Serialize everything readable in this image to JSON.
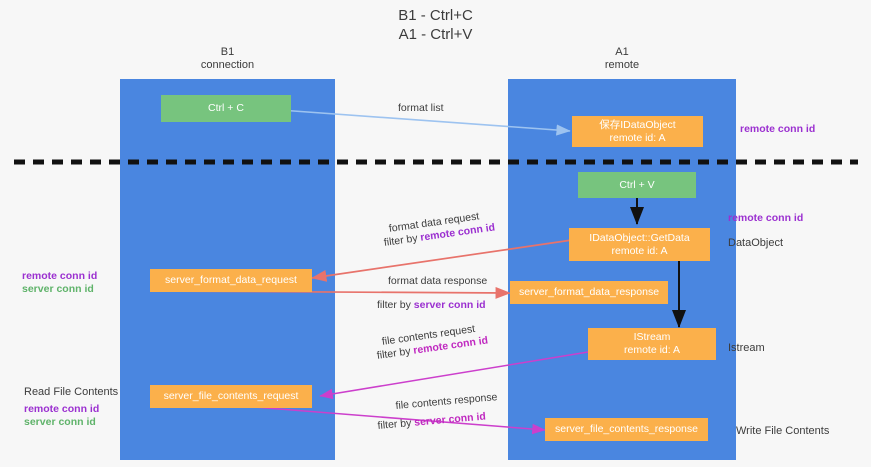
{
  "title_lines": [
    "B1 - Ctrl+C",
    "A1 - Ctrl+V"
  ],
  "columns": [
    {
      "name": "B1",
      "sub": "connection"
    },
    {
      "name": "A1",
      "sub": "remote"
    }
  ],
  "nodes": {
    "ctrl_c": "Ctrl + C",
    "ctrl_v": "Ctrl + V",
    "save_idataobject_l1": "保存IDataObject",
    "save_idataobject_l2": "remote id: A",
    "getdata_l1": "IDataObject::GetData",
    "getdata_l2": "remote id: A",
    "istream_l1": "IStream",
    "istream_l2": "remote id: A",
    "server_format_data_request": "server_format_data_request",
    "server_format_data_response": "server_format_data_response",
    "server_file_contents_request": "server_file_contents_request",
    "server_file_contents_response": "server_file_contents_response"
  },
  "arrow_labels": {
    "format_list": "format list",
    "format_data_request": "format data request",
    "format_data_request_filter_pre": "filter by ",
    "format_data_request_filter_key": "remote conn id",
    "format_data_response": "format data response",
    "format_data_response_filter_pre": "filter by ",
    "format_data_response_filter_key": "server conn id",
    "file_contents_request": "file contents request",
    "file_contents_request_filter_pre": "filter by ",
    "file_contents_request_filter_key": "remote conn id",
    "file_contents_response": "file contents response",
    "file_contents_response_filter_pre": "filter by ",
    "file_contents_response_filter_key": "server conn id"
  },
  "side_labels": {
    "right_remote_conn_id_top": "remote conn id",
    "right_remote_conn_id_mid": "remote conn id",
    "right_dataobject": "DataObject",
    "right_istream": "Istream",
    "right_write_file_contents": "Write File Contents",
    "left_remote_conn_id_mid": "remote conn id",
    "left_server_conn_id_mid": "server conn id",
    "left_read_file_contents": "Read File Contents",
    "left_remote_conn_id_bot": "remote conn id",
    "left_server_conn_id_bot": "server conn id"
  },
  "colors": {
    "lane": "#4a86e0",
    "node_green": "#77c47e",
    "node_orange": "#fbb04b",
    "arrow_blue": "#9dc3f0",
    "arrow_red": "#e8736b",
    "arrow_magenta": "#cc3fcc",
    "arrow_black": "#111111",
    "key_purple": "#9b30d0",
    "key_green": "#5fb36a",
    "background": "#f7f7f7"
  }
}
